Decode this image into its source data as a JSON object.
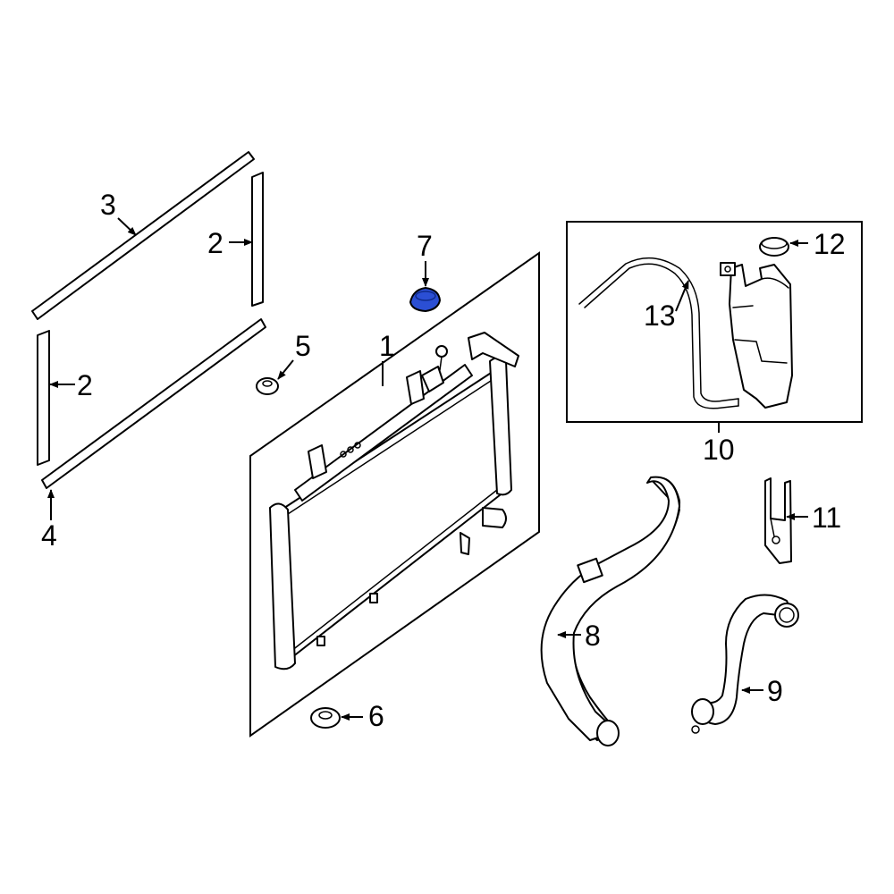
{
  "diagram": {
    "callouts": {
      "c1": "1",
      "c2a": "2",
      "c2b": "2",
      "c3": "3",
      "c4": "4",
      "c5": "5",
      "c6": "6",
      "c7": "7",
      "c8": "8",
      "c9": "9",
      "c10": "10",
      "c11": "11",
      "c12": "12",
      "c13": "13"
    },
    "highlight_color": "#2b4fd4"
  }
}
